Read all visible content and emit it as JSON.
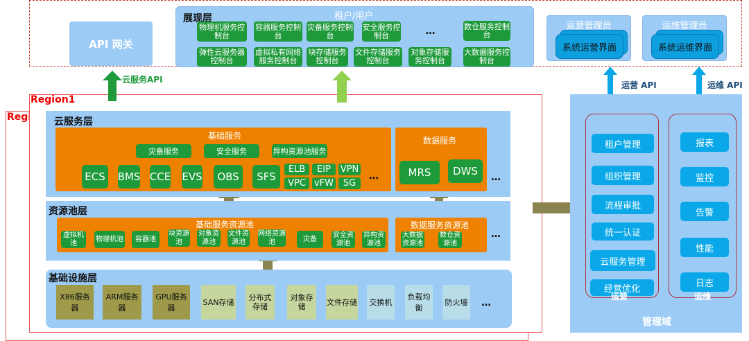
{
  "top": {
    "api_gateway": "API  网关",
    "presentation": {
      "title": "展现层",
      "subtitle": "租户/用户",
      "row1": [
        "物理机服务控制台",
        "容器服务控制台",
        "灾备服务控制台",
        "安全服务控制台",
        "…",
        "数仓服务控制台"
      ],
      "row2": [
        "弹性云服务器控制台",
        "虚拟私有网络服务控制台",
        "块存储服务控制台",
        "文件存储服务控制台",
        "对象存储服务控制台",
        "大数据服务控制台"
      ]
    },
    "ops_admin": {
      "title": "运营管理员",
      "ui": "系统运营界面"
    },
    "maint_admin": {
      "title": "运维管理员",
      "ui": "系统运维界面"
    }
  },
  "arrows": {
    "cloud_api": "云服务API",
    "ops_api": "运营 API",
    "maint_api": "运维 API"
  },
  "regions": {
    "back_label": "Regi",
    "front_label": "Region1"
  },
  "cloud_layer": {
    "title": "云服务层",
    "basic": {
      "title": "基础服务",
      "groups": [
        "灾备服务",
        "安全服务",
        "异构资源池服务"
      ],
      "services": [
        "ECS",
        "BMS",
        "CCE",
        "EVS",
        "OBS",
        "SFS"
      ],
      "network_row1": [
        "ELB",
        "EIP",
        "VPN"
      ],
      "network_row2": [
        "VPC",
        "vFW",
        "SG"
      ],
      "more": "…"
    },
    "data": {
      "title": "数据服务",
      "services": [
        "MRS",
        "DWS"
      ]
    },
    "more": "…"
  },
  "pool_layer": {
    "title": "资源池层",
    "basic": {
      "title": "基础服务资源池",
      "pools": [
        "虚拟机池",
        "物理机池",
        "容器池",
        "块资源池",
        "对象资源池",
        "文件资源池",
        "网络资源池",
        "灾备",
        "安全资源池",
        "异构资源池"
      ]
    },
    "data": {
      "title": "数据服务资源池",
      "pools": [
        "大数据资源池",
        "数仓资源池"
      ]
    },
    "more": "…"
  },
  "infra_layer": {
    "title": "基础设施层",
    "servers": [
      "X86服务器",
      "ARM服务器",
      "GPU服务器"
    ],
    "storage": [
      "SAN存储",
      "分布式存储",
      "对象存储",
      "文件存储"
    ],
    "network": [
      "交换机",
      "负载均衡",
      "防火墙"
    ],
    "more": "…"
  },
  "management": {
    "title": "管理域",
    "operations": {
      "label": "运营",
      "items": [
        "租户管理",
        "组织管理",
        "流程审批",
        "统一认证",
        "云服务管理",
        "经营优化"
      ]
    },
    "maintenance": {
      "label": "运维",
      "items": [
        "报表",
        "监控",
        "告警",
        "性能",
        "日志"
      ]
    }
  },
  "colors": {
    "layer_blue": "#9ccbf5",
    "orange": "#ef8100",
    "green": "#1e9a3a",
    "region_red": "#e55555",
    "mgmt_button": "#0aa8e8",
    "up_arrow_olive": "#8c8450"
  }
}
